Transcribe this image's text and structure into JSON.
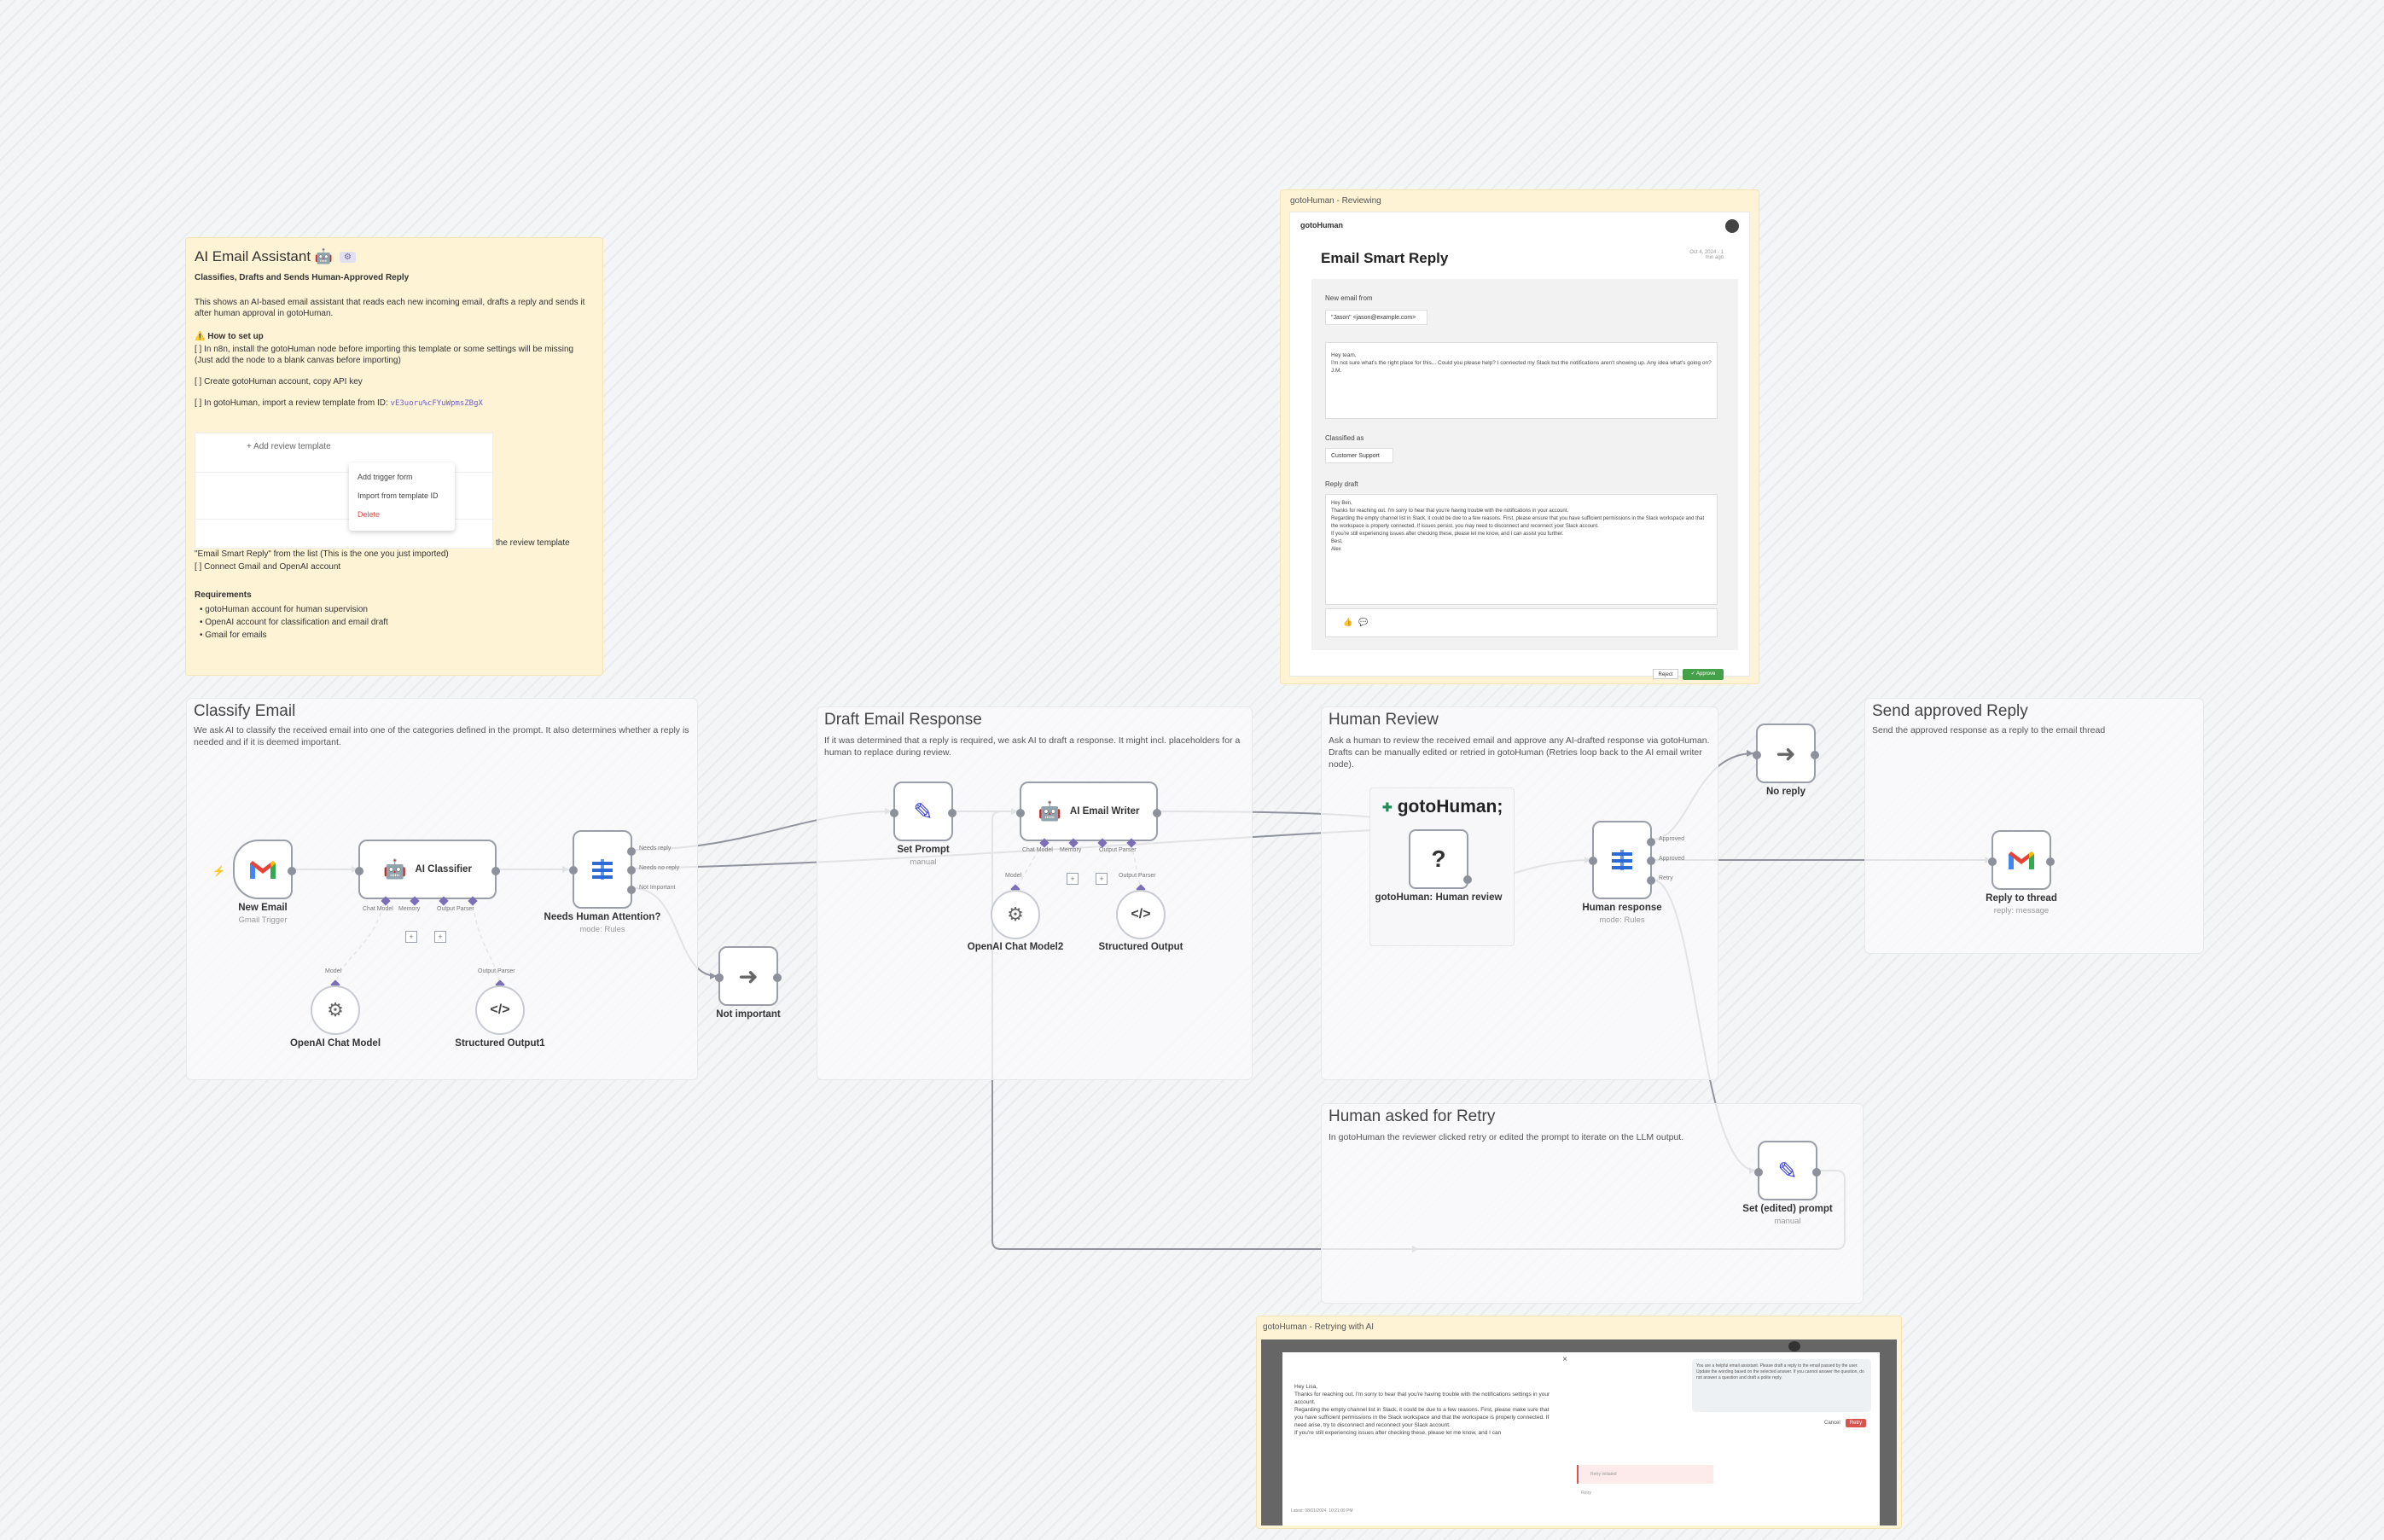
{
  "sticky_main": {
    "title": "AI Email Assistant 🤖",
    "badge": "⚙",
    "subtitle": "Classifies, Drafts and Sends Human-Approved Reply",
    "intro": "This shows an AI-based email assistant that reads each new incoming email, drafts a reply and sends it after human approval in gotoHuman.",
    "howto_title": "⚠️ How to set up",
    "step1": "[ ] In n8n, install the gotoHuman node before importing this template or some settings will be missing (Just add the node to a blank canvas before importing)",
    "step2": "[ ] Create gotoHuman account, copy API key",
    "step3_prefix": "[ ] In gotoHuman, import a review template from ID:",
    "step3_id": "vE3uoru%cFYuWpmsZBgX",
    "menu_add_review": "+ Add review template",
    "menu_item1": "Add trigger form",
    "menu_item2": "Import from template ID",
    "menu_item3": "Delete",
    "step4": "[ ] In the gotoHuman node, set up the credentials using your API key and select the review template \"Email Smart Reply\" from the list (This is the one you just imported)",
    "step5": "[ ] Connect Gmail and OpenAI account",
    "req_title": "Requirements",
    "req1": "• gotoHuman account for human supervision",
    "req2": "• OpenAI account for classification and email draft",
    "req3": "• Gmail for emails"
  },
  "sticky_reviewing": {
    "header": "gotoHuman - Reviewing",
    "brand": "gotoHuman",
    "title": "Email Smart Reply",
    "meta": "Oct 4, 2024 - 1 min ago",
    "new_email_label": "New email from",
    "from_value": "\"Jason\" <jason@example.com>",
    "email_body": "Hey team,\nI'm not sure what's the right place for this... Could you please help? I connected my Slack but the notifications aren't showing up. Any idea what's going on?\nJ.M.",
    "class_label": "Classified as",
    "class_value": "Customer Support",
    "draft_label": "Reply draft",
    "draft_body": "Hey Ben,\nThanks for reaching out. I'm sorry to hear that you're having trouble with the notifications in your account.\nRegarding the empty channel list in Slack, it could be due to a few reasons. First, please ensure that you have sufficient permissions in the Slack workspace and that the workspace is properly connected. If issues persist, you may need to disconnect and reconnect your Slack account.\nIf you're still experiencing issues after checking these, please let me know, and I can assist you further.\nBest,\nAlex",
    "reject_btn": "Reject",
    "approve_btn": "✓ Approve"
  },
  "sticky_retrying": {
    "header": "gotoHuman - Retrying with AI",
    "draft_body": "Hey Lisa,\nThanks for reaching out. I'm sorry to hear that you're having trouble with the notifications settings in your account.\nRegarding the empty channel list in Slack, it could be due to a few reasons. First, please make sure that you have sufficient permissions in the Slack workspace and that the workspace is properly connected. If need arise, try to disconnect and reconnect your Slack account.\nIf you're still experiencing issues after checking these, please let me know, and I can",
    "footer": "Latest: 08/01/2024, 10:21:09 PM",
    "prompt": "You are a helpful email assistant. Please draft a reply to the email passed by the user. Update the wording based on the selected answer. If you cannot answer the question, do not answer a question and draft a polite reply.",
    "cancel_btn": "Cancel",
    "retry_btn": "Retry",
    "note": "Retry initiated",
    "sub_note": "Retry"
  },
  "groups": {
    "classify": {
      "title": "Classify Email",
      "desc": "We ask AI to classify the received email into one of the categories defined in the prompt. It also determines whether a reply is needed and if it is deemed important."
    },
    "draft": {
      "title": "Draft Email Response",
      "desc": "If it was determined that a reply is required, we ask AI to draft a response. It might incl. placeholders for a human to replace during review."
    },
    "review": {
      "title": "Human Review",
      "desc": "Ask a human to review the received email and approve any AI-drafted response via gotoHuman.\nDrafts can be manually edited or retried in gotoHuman (Retries loop back to the AI email writer node)."
    },
    "send": {
      "title": "Send approved Reply",
      "desc": "Send the approved response as a reply to the email thread"
    },
    "retry": {
      "title": "Human asked for Retry",
      "desc": "In gotoHuman the reviewer clicked retry or edited the prompt to iterate on the LLM output."
    }
  },
  "nodes": {
    "new_email": {
      "label": "New Email",
      "sub": "Gmail Trigger"
    },
    "ai_classifier": {
      "label": "AI Classifier",
      "port1": "Chat Model",
      "port2": "Memory",
      "port3": "Output Parser"
    },
    "needs_attention": {
      "label": "Needs Human Attention?",
      "sub": "mode: Rules",
      "out1": "Needs reply",
      "out2": "Needs no reply",
      "out3": "Not Important"
    },
    "openai_model": {
      "label": "OpenAI Chat Model",
      "port": "Model"
    },
    "structured_output1": {
      "label": "Structured Output1",
      "port": "Output Parser"
    },
    "not_important": {
      "label": "Not important"
    },
    "set_prompt": {
      "label": "Set Prompt",
      "sub": "manual"
    },
    "ai_writer": {
      "label": "AI Email Writer",
      "port1": "Chat Model",
      "port2": "Memory",
      "port3": "Output Parser"
    },
    "openai_model2": {
      "label": "OpenAI Chat Model2",
      "port": "Model"
    },
    "structured_output": {
      "label": "Structured Output",
      "port": "Output Parser"
    },
    "gotohuman_logo": "gotoHuman;",
    "human_review": {
      "label": "gotoHuman: Human review"
    },
    "human_response": {
      "label": "Human response",
      "sub": "mode: Rules",
      "out1": "Approved",
      "out2": "Approved",
      "out3": "Retry"
    },
    "no_reply": {
      "label": "No reply"
    },
    "reply_thread": {
      "label": "Reply to thread",
      "sub": "reply: message"
    },
    "set_edited": {
      "label": "Set (edited) prompt",
      "sub": "manual"
    }
  },
  "colors": {
    "gmail_red": "#ea4335",
    "pencil_blue": "#3b42d6",
    "switch_blue": "#2d6ad6",
    "sticky_bg": "#fff3d6",
    "port_purple": "#7c6fb8",
    "approve_green": "#45a04a"
  }
}
